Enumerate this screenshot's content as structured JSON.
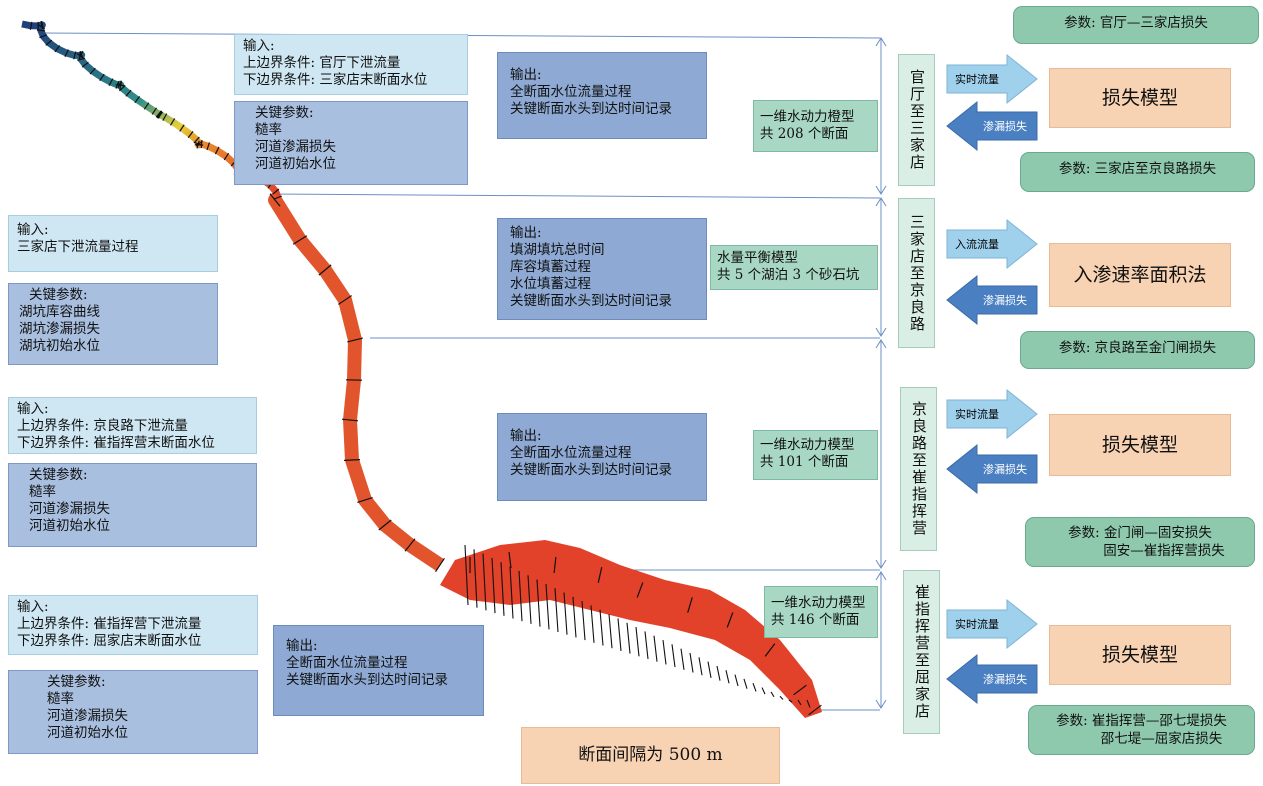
{
  "colors": {
    "light_box": "#cfe7f3",
    "mid_box": "#a9bfdf",
    "dark_box": "#8eaad4",
    "teal_box": "#a8d8c4",
    "param_pill": "#8ec9ae",
    "model_box": "#f7d3b3",
    "arrow_light": "#9fd0ec",
    "arrow_dark": "#4a7fc2",
    "river_upper": "#2b4a8f",
    "river_lower": "#e2412a",
    "connector": "#6d8fc7"
  },
  "sections": [
    {
      "input": {
        "title": "输入:",
        "lines": [
          "上边界条件: 官厅下泄流量",
          "下边界条件: 三家店末断面水位"
        ]
      },
      "params": {
        "title": "关键参数:",
        "lines": [
          "糙率",
          "河道渗漏损失",
          "河道初始水位"
        ]
      },
      "output": {
        "title": "输出:",
        "lines": [
          "全断面水位流量过程",
          "关键断面水头到达时间记录"
        ]
      },
      "model": {
        "lines": [
          "一维水动力橙型",
          "共 208 个断面"
        ]
      },
      "reach": "官厅至三家店",
      "arrow_in": "实时流量",
      "arrow_out": "渗漏损失",
      "loss_model": "损失模型",
      "param_labels": [
        "参数: 官厅—三家店损失"
      ]
    },
    {
      "input": {
        "title": "输入:",
        "lines": [
          "三家店下泄流量过程"
        ]
      },
      "params": {
        "title": "关键参数:",
        "lines": [
          "湖坑库容曲线",
          "湖坑渗漏损失",
          "湖坑初始水位"
        ]
      },
      "output": {
        "title": "输出:",
        "lines": [
          "填湖填坑总时间",
          "库容填蓄过程",
          "水位填蓄过程",
          "关键断面水头到达时间记录"
        ]
      },
      "model": {
        "lines": [
          "水量平衡模型",
          "共 5 个湖泊 3 个砂石坑"
        ]
      },
      "reach": "三家店至京良路",
      "arrow_in": "入流流量",
      "arrow_out": "渗漏损失",
      "loss_model": "入渗速率面积法",
      "param_labels": [
        "参数: 三家店至京良路损失"
      ]
    },
    {
      "input": {
        "title": "输入:",
        "lines": [
          "上边界条件: 京良路下泄流量",
          "下边界条件: 崔指挥营末断面水位"
        ]
      },
      "params": {
        "title": "关键参数:",
        "lines": [
          "糙率",
          "河道渗漏损失",
          "河道初始水位"
        ]
      },
      "output": {
        "title": "输出:",
        "lines": [
          "全断面水位流量过程",
          "关键断面水头到达时间记录"
        ]
      },
      "model": {
        "lines": [
          "一维水动力模型",
          "共 101 个断面"
        ]
      },
      "reach": "京良路至崔指挥营",
      "arrow_in": "实时流量",
      "arrow_out": "渗漏损失",
      "loss_model": "损失模型",
      "param_labels": [
        "参数: 京良路至金门闸损失",
        "参数: 金门闸—固安损失",
        "固安—崔指挥营损失"
      ]
    },
    {
      "input": {
        "title": "输入:",
        "lines": [
          "上边界条件: 崔指挥营下泄流量",
          "下边界条件: 屈家店末断面水位"
        ]
      },
      "params": {
        "title": "关键参数:",
        "lines": [
          "糙率",
          "河道渗漏损失",
          "河道初始水位"
        ]
      },
      "output": {
        "title": "输出:",
        "lines": [
          "全断面水位流量过程",
          "关键断面水头到达时间记录"
        ]
      },
      "model": {
        "lines": [
          "一维水动力模型",
          "共 146 个断面"
        ]
      },
      "reach": "崔指挥营至屈家店",
      "arrow_in": "实时流量",
      "arrow_out": "渗漏损失",
      "loss_model": "损失模型",
      "param_labels": [
        "参数: 崔指挥营—邵七堤损失",
        "邵七堤—屈家店损失"
      ]
    }
  ],
  "footer": {
    "interval": "断面间隔为 500 m"
  }
}
